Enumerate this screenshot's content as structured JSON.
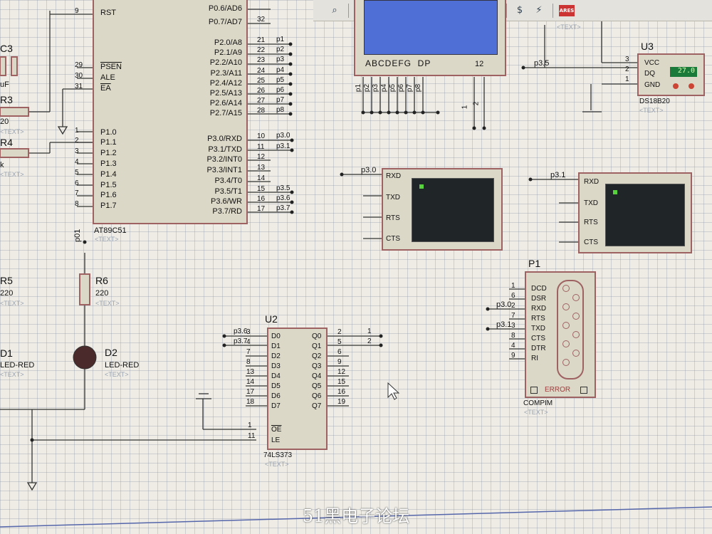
{
  "toolbar": {
    "items": [
      "zoom-icon",
      "component-icon",
      "binoculars-icon",
      "text-tool-icon",
      "doc-icon",
      "add-icon",
      "delete-icon",
      "wires-icon",
      "script-icon",
      "probe-icon",
      "ares-icon"
    ],
    "ares_label": "ARES"
  },
  "mcu": {
    "label": "AT89C51",
    "text": "<TEXT>",
    "left_pins": [
      {
        "num": "9",
        "name": "RST"
      },
      {
        "num": "29",
        "name": "PSEN"
      },
      {
        "num": "30",
        "name": "ALE"
      },
      {
        "num": "31",
        "name": "EA"
      },
      {
        "num": "1",
        "name": "P1.0"
      },
      {
        "num": "2",
        "name": "P1.1"
      },
      {
        "num": "3",
        "name": "P1.2"
      },
      {
        "num": "4",
        "name": "P1.3"
      },
      {
        "num": "5",
        "name": "P1.4"
      },
      {
        "num": "6",
        "name": "P1.5"
      },
      {
        "num": "7",
        "name": "P1.6"
      },
      {
        "num": "8",
        "name": "P1.7"
      }
    ],
    "right_pins": [
      {
        "num": "",
        "name": "P0.6/AD6"
      },
      {
        "num": "32",
        "name": "P0.7/AD7"
      },
      {
        "num": "21",
        "name": "P2.0/A8",
        "net": "p1"
      },
      {
        "num": "22",
        "name": "P2.1/A9",
        "net": "p2"
      },
      {
        "num": "23",
        "name": "P2.2/A10",
        "net": "p3"
      },
      {
        "num": "24",
        "name": "P2.3/A11",
        "net": "p4"
      },
      {
        "num": "25",
        "name": "P2.4/A12",
        "net": "p5"
      },
      {
        "num": "26",
        "name": "P2.5/A13",
        "net": "p6"
      },
      {
        "num": "27",
        "name": "P2.6/A14",
        "net": "p7"
      },
      {
        "num": "28",
        "name": "P2.7/A15",
        "net": "p8"
      },
      {
        "num": "10",
        "name": "P3.0/RXD",
        "net": "p3.0"
      },
      {
        "num": "11",
        "name": "P3.1/TXD",
        "net": "p3.1"
      },
      {
        "num": "12",
        "name": "P3.2/INT0",
        "net": ""
      },
      {
        "num": "13",
        "name": "P3.3/INT1",
        "net": ""
      },
      {
        "num": "14",
        "name": "P3.4/T0",
        "net": ""
      },
      {
        "num": "15",
        "name": "P3.5/T1",
        "net": "p3.5"
      },
      {
        "num": "16",
        "name": "P3.6/WR",
        "net": "p3.6"
      },
      {
        "num": "17",
        "name": "P3.7/RD",
        "net": "p3.7"
      }
    ]
  },
  "left_parts": {
    "c3": {
      "ref": "C3",
      "value": "uF"
    },
    "r3": {
      "ref": "R3",
      "value": "20",
      "text": "<TEXT>"
    },
    "r4": {
      "ref": "R4",
      "value": "k",
      "text": "<TEXT>"
    },
    "r5": {
      "ref": "R5",
      "value": "220",
      "text": "<TEXT>"
    },
    "d1": {
      "ref": "D1",
      "value": "LED-RED",
      "text": "<TEXT>"
    }
  },
  "r6": {
    "ref": "R6",
    "value": "220",
    "text": "<TEXT>",
    "net": "p01"
  },
  "d2": {
    "ref": "D2",
    "value": "LED-RED",
    "text": "<TEXT>"
  },
  "lcd": {
    "chars": "ABCDEFG  DP",
    "pin_count": "12",
    "pins": [
      "p1",
      "p2",
      "p3",
      "p4",
      "p5",
      "p6",
      "p7",
      "p8"
    ],
    "com": [
      "1",
      "2"
    ]
  },
  "u3": {
    "ref": "U3",
    "label": "DS18B20",
    "text": "<TEXT>",
    "pins": [
      {
        "num": "3",
        "name": "VCC"
      },
      {
        "num": "2",
        "name": "DQ"
      },
      {
        "num": "1",
        "name": "GND"
      }
    ],
    "reading": "27.0",
    "net": "p3.5",
    "top_text": "<TEXT>"
  },
  "term1": {
    "net": "p3.0",
    "pins": [
      "RXD",
      "TXD",
      "RTS",
      "CTS"
    ]
  },
  "term2": {
    "net": "p3.1",
    "pins": [
      "RXD",
      "TXD",
      "RTS",
      "CTS"
    ]
  },
  "p1": {
    "ref": "P1",
    "label": "COMPIM",
    "text": "<TEXT>",
    "error": "ERROR",
    "pins": [
      {
        "num": "1",
        "name": "DCD"
      },
      {
        "num": "6",
        "name": "DSR"
      },
      {
        "num": "2",
        "name": "RXD"
      },
      {
        "num": "7",
        "name": "RTS"
      },
      {
        "num": "3",
        "name": "TXD"
      },
      {
        "num": "8",
        "name": "CTS"
      },
      {
        "num": "4",
        "name": "DTR"
      },
      {
        "num": "9",
        "name": "RI"
      }
    ],
    "nets": [
      "p3.0",
      "p3.1"
    ]
  },
  "u2": {
    "ref": "U2",
    "label": "74LS373",
    "text": "<TEXT>",
    "d_pins": [
      {
        "num": "3",
        "name": "D0",
        "net": "p3.6"
      },
      {
        "num": "4",
        "name": "D1",
        "net": "p3.7"
      },
      {
        "num": "7",
        "name": "D2"
      },
      {
        "num": "8",
        "name": "D3"
      },
      {
        "num": "13",
        "name": "D4"
      },
      {
        "num": "14",
        "name": "D5"
      },
      {
        "num": "17",
        "name": "D6"
      },
      {
        "num": "18",
        "name": "D7"
      }
    ],
    "q_pins": [
      {
        "num": "2",
        "name": "Q0",
        "net": "1"
      },
      {
        "num": "5",
        "name": "Q1",
        "net": "2"
      },
      {
        "num": "6",
        "name": "Q2"
      },
      {
        "num": "9",
        "name": "Q3"
      },
      {
        "num": "12",
        "name": "Q4"
      },
      {
        "num": "15",
        "name": "Q5"
      },
      {
        "num": "16",
        "name": "Q6"
      },
      {
        "num": "19",
        "name": "Q7"
      }
    ],
    "ctrl_pins": [
      {
        "num": "1",
        "name": "OE"
      },
      {
        "num": "11",
        "name": "LE"
      }
    ]
  },
  "watermark": "51黑电子论坛"
}
